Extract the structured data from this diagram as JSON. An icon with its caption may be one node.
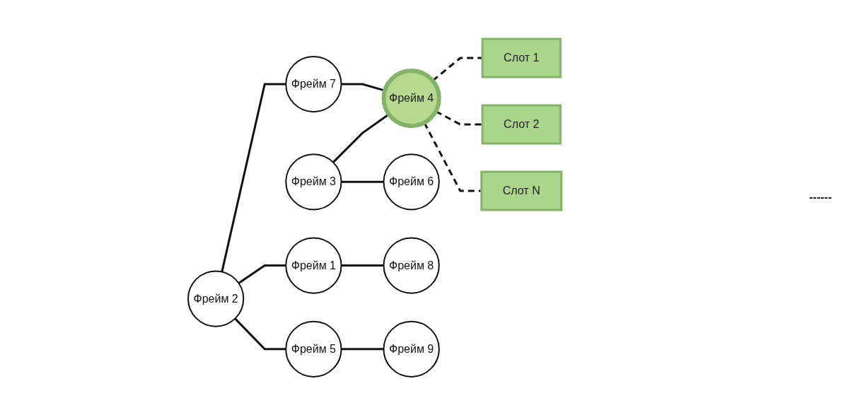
{
  "diagram": {
    "nodes": [
      {
        "text": [
          "Фрейм 1"
        ]
      },
      {
        "text": [
          "Фрейм 2"
        ]
      },
      {
        "text": [
          "Фрейм 3"
        ]
      },
      {
        "text": [
          "Фрейм 4"
        ]
      },
      {
        "text": [
          "Фрейм 5"
        ]
      },
      {
        "text": [
          "Фрейм 6"
        ]
      },
      {
        "text": [
          "Фрейм 7"
        ]
      },
      {
        "text": [
          "Фрейм 8"
        ]
      },
      {
        "text": [
          "Фрейм 9"
        ]
      },
      {
        "text": [
          "Слот 1"
        ]
      },
      {
        "text": [
          "Слот 2"
        ]
      },
      {
        "text": [
          "Слот N"
        ]
      }
    ],
    "edges": [
      {
        "from": 1,
        "to": 0,
        "arrow": "none"
      },
      {
        "from": 1,
        "to": 4,
        "arrow": "none"
      },
      {
        "from": 1,
        "to": 6,
        "arrow": "none"
      },
      {
        "from": 0,
        "to": 7,
        "arrow": "none"
      },
      {
        "from": 2,
        "to": 5,
        "arrow": "none"
      },
      {
        "from": 4,
        "to": 8,
        "arrow": "none"
      },
      {
        "from": 2,
        "to": 3,
        "arrow": "none"
      },
      {
        "from": 6,
        "to": 3,
        "arrow": "none"
      },
      {
        "from": 3,
        "to": 9,
        "arrow": "none",
        "style": "dashed"
      },
      {
        "from": 3,
        "to": 10,
        "arrow": "none",
        "style": "dashed"
      },
      {
        "from": 3,
        "to": 11,
        "arrow": "none",
        "style": "dashed"
      }
    ],
    "labels": [
      "------"
    ]
  }
}
